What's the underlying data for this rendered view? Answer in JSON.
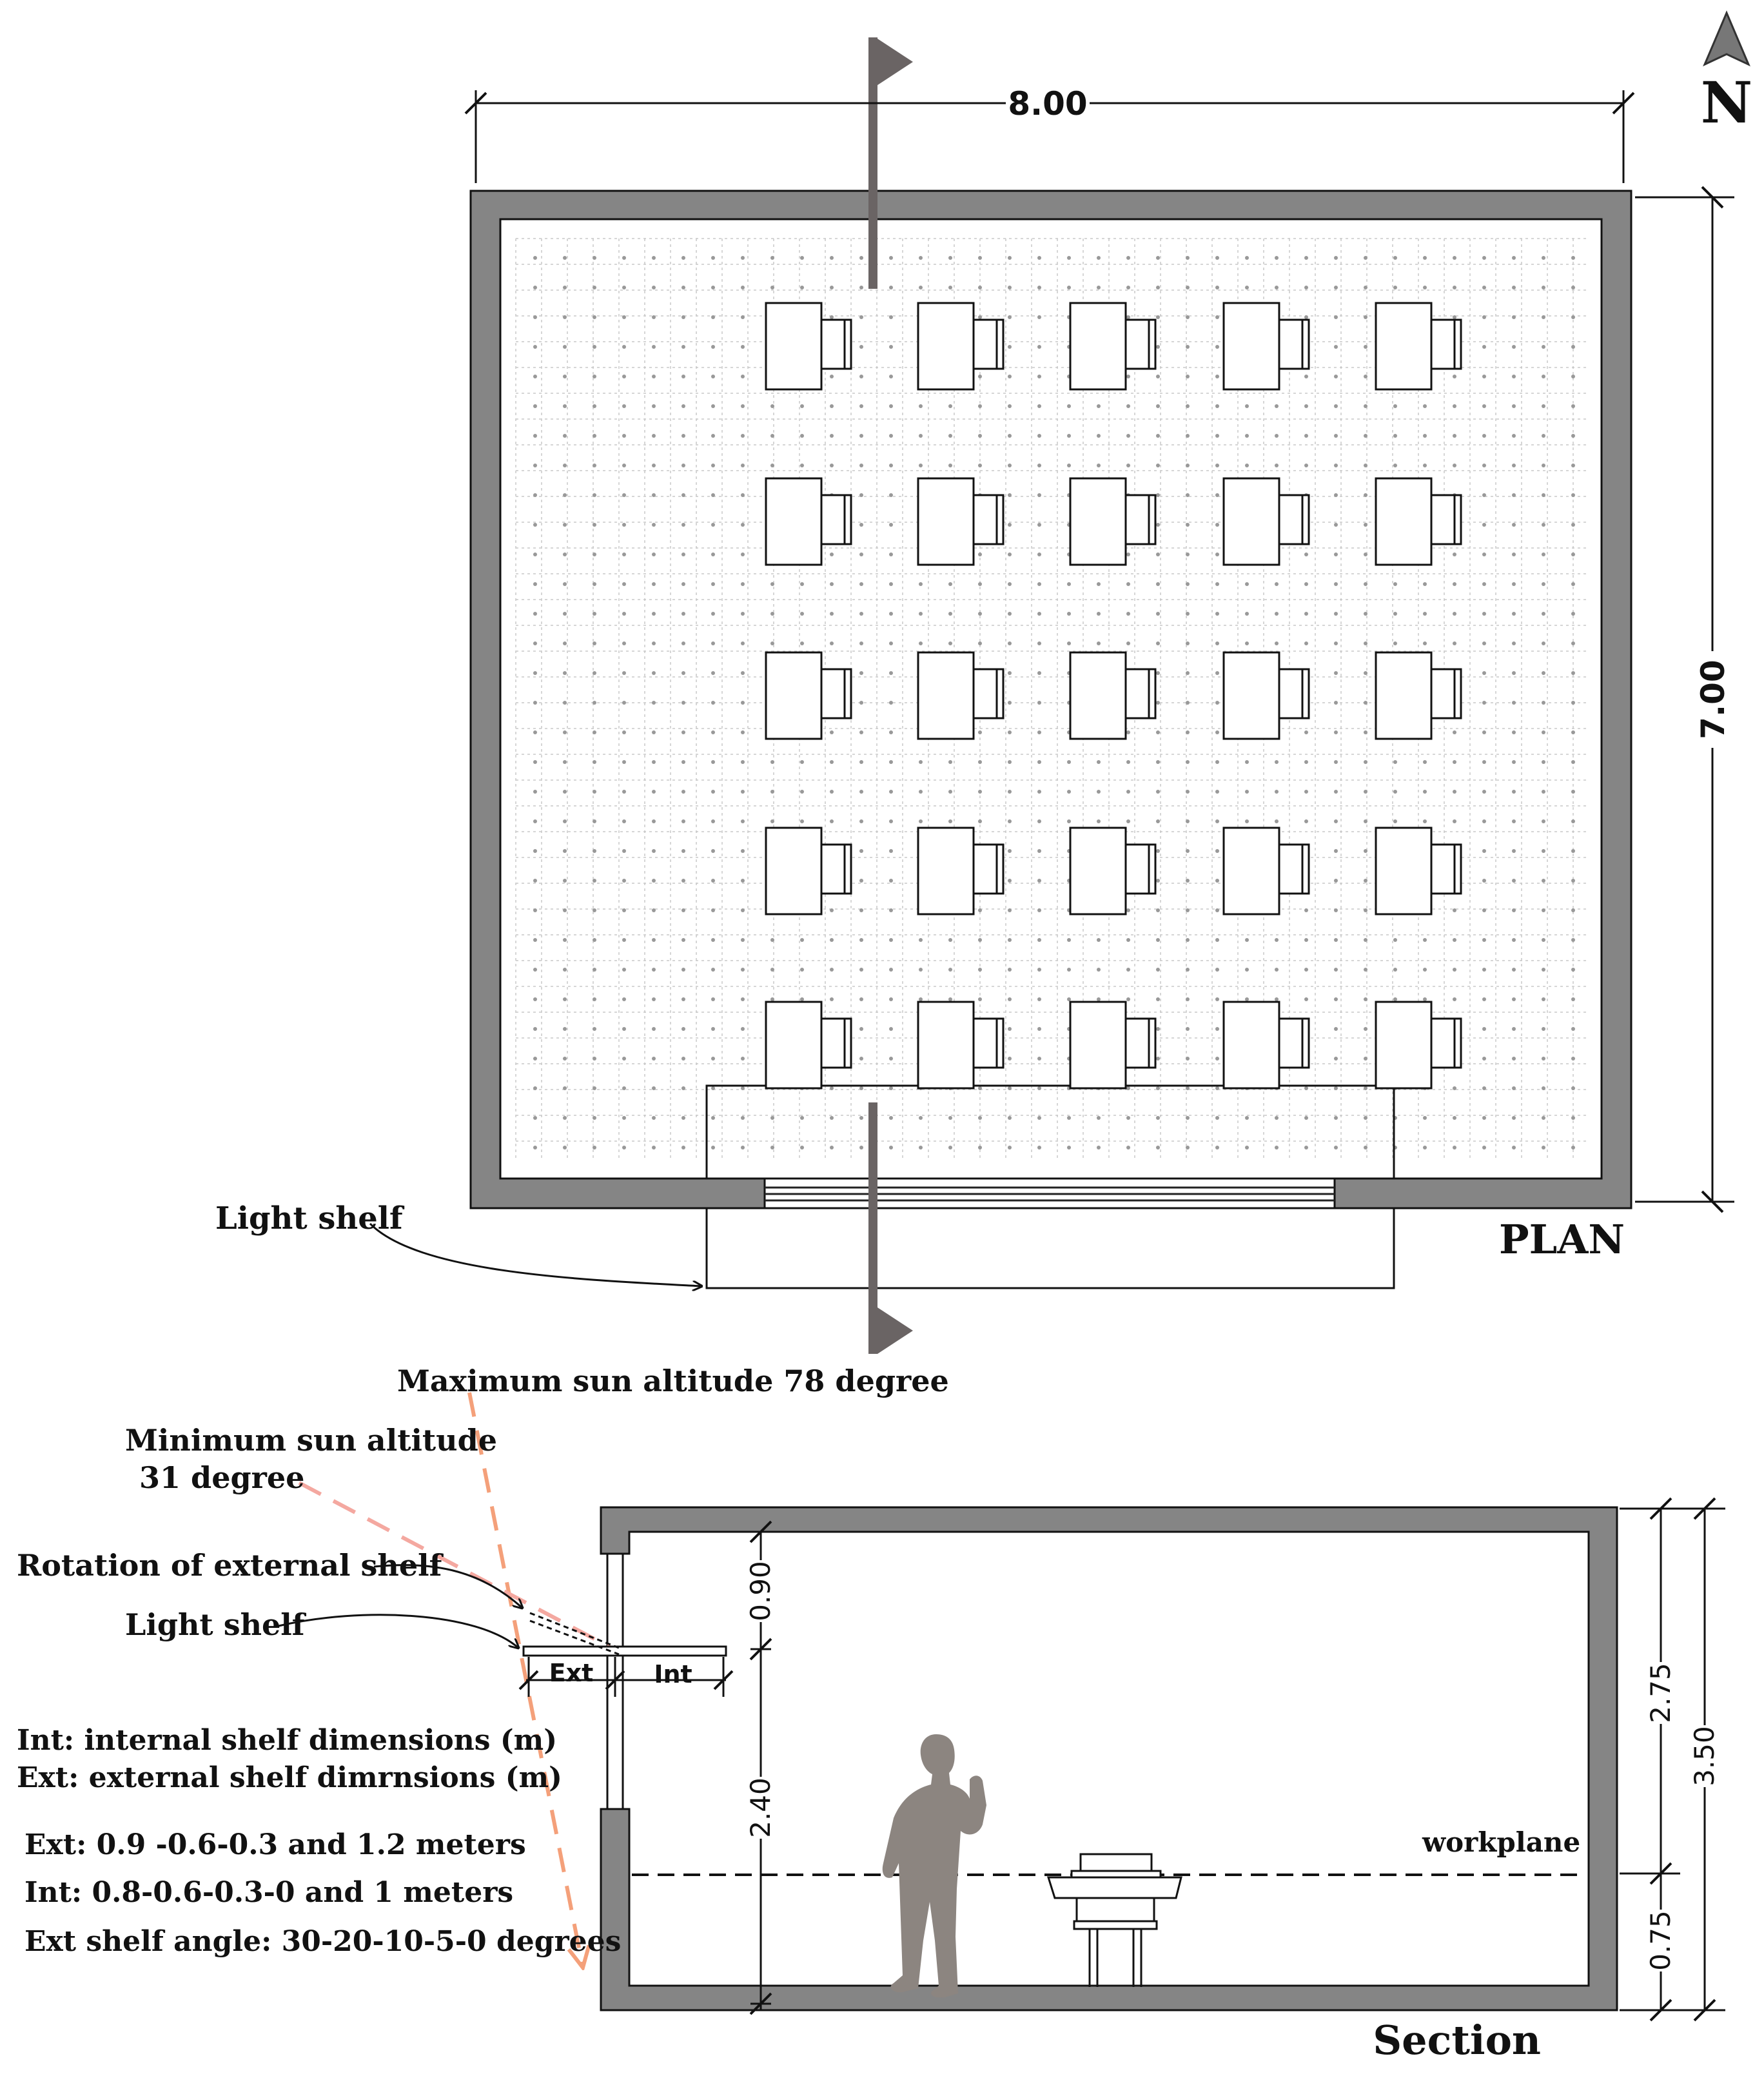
{
  "north": {
    "letter": "N"
  },
  "plan": {
    "title": "PLAN",
    "width_dim": "8.00",
    "depth_dim": "7.00",
    "light_shelf_label": "Light shelf"
  },
  "section": {
    "title": "Section",
    "max_sun": "Maximum sun altitude  78 degree",
    "min_sun_line1": "Minimum sun altitude",
    "min_sun_line2": "31 degree",
    "rotation_label": "Rotation of external shelf",
    "light_shelf_label": "Light shelf",
    "ext_label": "Ext",
    "int_label": "Int",
    "workplane_label": "workplane",
    "dims": {
      "d090": "0.90",
      "d240": "2.40",
      "d275": "2.75",
      "d350": "3.50",
      "d075": "0.75"
    },
    "legend": {
      "int_def": "Int: internal shelf dimensions (m)",
      "ext_def": "Ext: external shelf dimrnsions (m)",
      "ext_vals": "Ext: 0.9 -0.6-0.3 and 1.2 meters",
      "int_vals": "Int: 0.8-0.6-0.3-0 and 1 meters",
      "angle_vals": "Ext shelf angle: 30-20-10-5-0 degrees"
    }
  },
  "colors": {
    "wall": "#858585",
    "sun_ray": "#f4a07a",
    "figure": "#8c8580",
    "grid": "#c8c8c8"
  }
}
